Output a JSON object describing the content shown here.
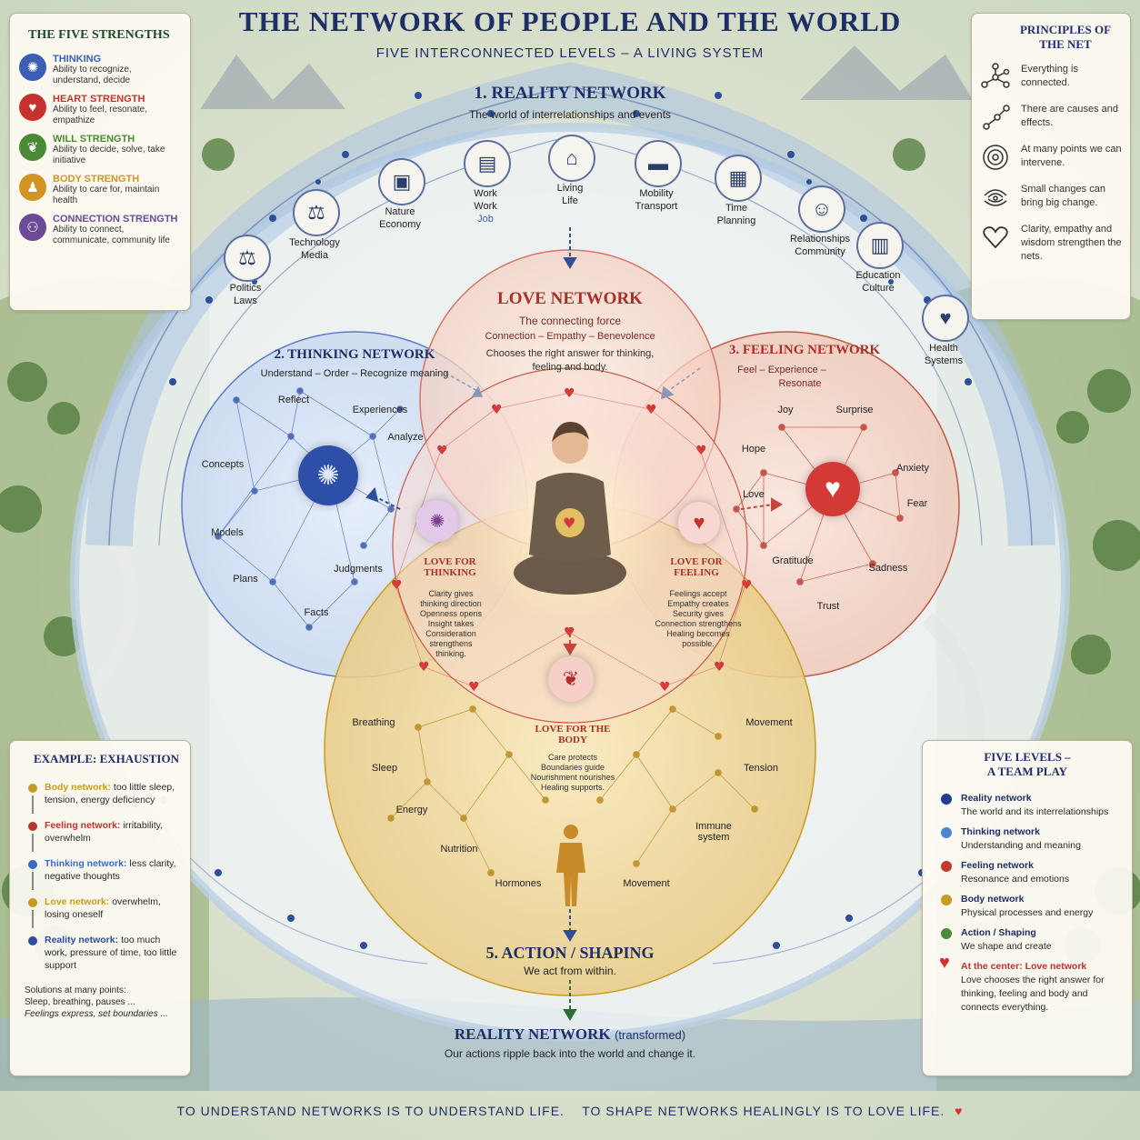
{
  "header": {
    "title": "THE NETWORK OF PEOPLE AND THE WORLD",
    "subtitle": "FIVE INTERCONNECTED LEVELS – A LIVING SYSTEM"
  },
  "strengths": {
    "title": "THE FIVE STRENGTHS",
    "items": [
      {
        "name": "THINKING",
        "desc": "Ability to recognize, understand, decide",
        "color": "#3b5fb5",
        "icon": "brain-icon"
      },
      {
        "name": "HEART STRENGTH",
        "desc": "Ability to feel, resonate, empathize",
        "color": "#c8322e",
        "icon": "heart-icon"
      },
      {
        "name": "WILL STRENGTH",
        "desc": "Ability to decide, solve, take initiative",
        "color": "#4a8a34",
        "icon": "hands-icon"
      },
      {
        "name": "BODY STRENGTH",
        "desc": "Ability to care for, maintain health",
        "color": "#d19424",
        "icon": "body-icon"
      },
      {
        "name": "CONNECTION STRENGTH",
        "desc": "Ability to connect, communicate, community life",
        "color": "#6d4a98",
        "icon": "connection-icon"
      }
    ]
  },
  "principles": {
    "title": "PRINCIPLES OF THE NET",
    "items": [
      {
        "text": "Everything is connected.",
        "icon": "network-icon"
      },
      {
        "text": "There are causes and effects.",
        "icon": "cause-effect-icon"
      },
      {
        "text": "At many points we can intervene.",
        "icon": "target-icon"
      },
      {
        "text": "Small changes can bring big change.",
        "icon": "ripple-icon"
      },
      {
        "text": "Clarity, empathy and wisdom strengthen the nets.",
        "icon": "heart-outline-icon"
      }
    ]
  },
  "reality": {
    "title": "1. REALITY NETWORK",
    "subtitle": "The world of interrelationships and events",
    "nodes": [
      {
        "label": "Politics\nLaws",
        "icon": "scales-icon",
        "glyph": "⚖"
      },
      {
        "label": "Technology\nMedia",
        "icon": "justice-icon",
        "glyph": "⚖"
      },
      {
        "label": "Nature\nEconomy",
        "icon": "briefcase-icon",
        "glyph": "▣"
      },
      {
        "label": "Work\nWork\nJob",
        "icon": "bag-icon",
        "glyph": "▤"
      },
      {
        "label": "Living\nLife",
        "icon": "house-icon",
        "glyph": "⌂"
      },
      {
        "label": "Mobility\nTransport",
        "icon": "car-icon",
        "glyph": "▬"
      },
      {
        "label": "Time\nPlanning",
        "icon": "calendar-icon",
        "glyph": "▦"
      },
      {
        "label": "Relationships\nCommunity",
        "icon": "people-icon",
        "glyph": "☺"
      },
      {
        "label": "Education\nCulture",
        "icon": "book-icon",
        "glyph": "▥"
      },
      {
        "label": "Health\nSystems",
        "icon": "health-heart-icon",
        "glyph": "♥"
      }
    ]
  },
  "love": {
    "title": "LOVE NETWORK",
    "line1": "The connecting force",
    "line2": "Connection – Empathy – Benevolence",
    "line3": "Chooses the right answer for thinking, feeling and body."
  },
  "thinking": {
    "title": "2. THINKING NETWORK",
    "subtitle": "Understand – Order – Recognize meaning",
    "words": [
      "Reflect",
      "Experiences",
      "Analyze",
      "Concepts",
      "Models",
      "Plans",
      "Judgments",
      "Facts"
    ]
  },
  "feeling": {
    "title": "3. FEELING NETWORK",
    "subtitle1": "Feel – Experience –",
    "subtitle2": "Resonate",
    "words": [
      "Joy",
      "Surprise",
      "Hope",
      "Anxiety",
      "Love",
      "Fear",
      "Gratitude",
      "Sadness",
      "Trust"
    ]
  },
  "body": {
    "words": [
      "Breathing",
      "Movement",
      "Sleep",
      "Tension",
      "Energy",
      "Immune system",
      "Nutrition",
      "Hormones",
      "Movement"
    ]
  },
  "love_thinking": {
    "title": "LOVE FOR THINKING",
    "lines": [
      "Clarity gives",
      "thinking direction",
      "Openness opens",
      "Insight takes",
      "Consideration",
      "strengthens",
      "thinking."
    ]
  },
  "love_feeling": {
    "title": "LOVE FOR FEELING",
    "lines": [
      "Feelings accept",
      "Empathy creates",
      "Security gives",
      "Connection strengthens",
      "Healing becomes",
      "possible."
    ]
  },
  "love_body": {
    "title": "LOVE FOR THE BODY",
    "lines": [
      "Care protects",
      "Boundaries guide",
      "Nourishment nourishes",
      "Healing supports."
    ]
  },
  "action": {
    "title": "5. ACTION / SHAPING",
    "subtitle": "We act from within."
  },
  "transformed": {
    "title": "REALITY NETWORK",
    "title_suffix": "(transformed)",
    "subtitle": "Our actions ripple back into the world and change it."
  },
  "example": {
    "title": "EXAMPLE: EXHAUSTION",
    "items": [
      {
        "label": "Body network:",
        "text": "too little sleep, tension, energy deficiency",
        "color": "#c99a22"
      },
      {
        "label": "Feeling network:",
        "text": "irritability, overwhelm",
        "color": "#b8362c"
      },
      {
        "label": "Thinking network:",
        "text": "less clarity, negative thoughts",
        "color": "#3b6cc4"
      },
      {
        "label": "Love network:",
        "text": "overwhelm, losing oneself",
        "color": "#c99a22"
      },
      {
        "label": "Reality network:",
        "text": "too much work, pressure of time, too little support",
        "color": "#2d4f9a"
      }
    ],
    "solutions_title": "Solutions at many points:",
    "solutions_1": "Sleep, breathing, pauses ...",
    "solutions_2": "Feelings express, set boundaries ..."
  },
  "levels": {
    "title": "FIVE LEVELS –",
    "title2": "A TEAM PLAY",
    "items": [
      {
        "name": "Reality network",
        "desc": "The world and its interrelationships",
        "color": "#1f3f8a"
      },
      {
        "name": "Thinking network",
        "desc": "Understanding and meaning",
        "color": "#4c86d0"
      },
      {
        "name": "Feeling network",
        "desc": "Resonance and emotions",
        "color": "#c23a2e"
      },
      {
        "name": "Body network",
        "desc": "Physical processes and energy",
        "color": "#c99a22"
      },
      {
        "name": "Action / Shaping",
        "desc": "We shape and create",
        "color": "#4c8a3c"
      },
      {
        "name": "At the center: Love network",
        "desc": "Love chooses the right answer for thinking, feeling and body and connects everything.",
        "color": "#d33030"
      }
    ]
  },
  "footer": {
    "text": "TO UNDERSTAND NETWORKS IS TO UNDERSTAND LIFE.    TO SHAPE NETWORKS HEALINGLY IS TO LOVE LIFE."
  },
  "colors": {
    "reality": "#2d4f9a",
    "thinking": "#3b5fb5",
    "feeling": "#c23a2e",
    "body": "#c99a22",
    "love": "#d8413f"
  }
}
